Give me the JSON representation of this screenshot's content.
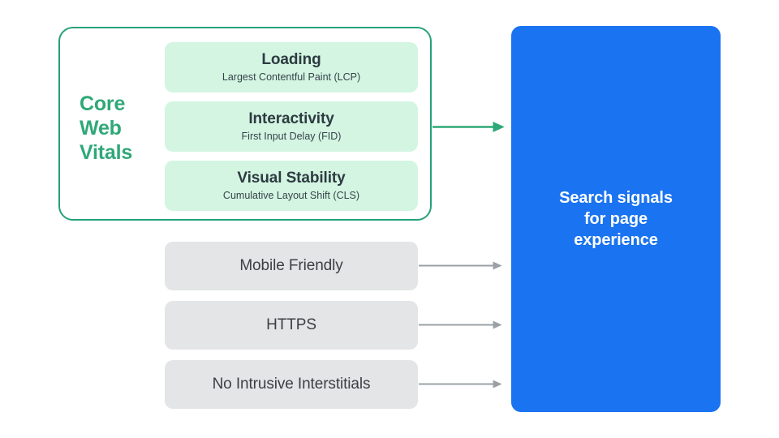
{
  "diagram": {
    "title": "Search signals for page experience",
    "colors": {
      "green_accent": "#2fa877",
      "green_border": "#27a17b",
      "green_card_bg": "#d3f5e2",
      "gray_card_bg": "#e4e5e7",
      "blue_box": "#1a73f0",
      "arrow_gray": "#9aa0a6",
      "text_dark": "#3c4043",
      "text_white": "#ffffff"
    },
    "core_web_vitals": {
      "label_lines": [
        "Core",
        "Web",
        "Vitals"
      ],
      "label_text": "Core Web Vitals",
      "metrics": [
        {
          "title": "Loading",
          "subtitle": "Largest Contentful Paint (LCP)"
        },
        {
          "title": "Interactivity",
          "subtitle": "First Input Delay (FID)"
        },
        {
          "title": "Visual Stability",
          "subtitle": "Cumulative Layout Shift (CLS)"
        }
      ]
    },
    "other_signals": [
      {
        "label": "Mobile Friendly"
      },
      {
        "label": "HTTPS"
      },
      {
        "label": "No Intrusive Interstitials"
      }
    ],
    "destination": {
      "text": "Search signals\nfor page\nexperience"
    }
  }
}
